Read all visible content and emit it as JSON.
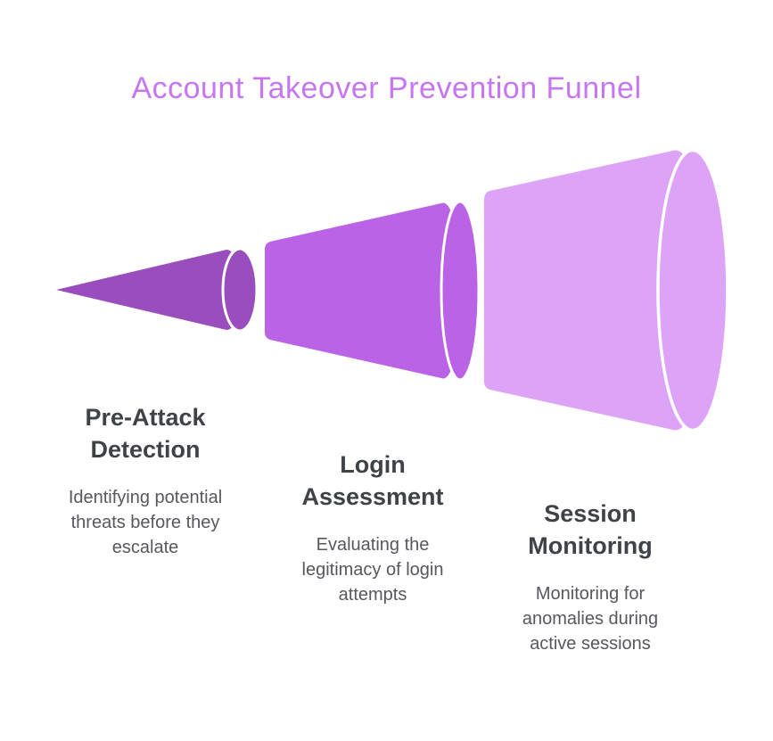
{
  "diagram": {
    "title": "Account Takeover Prevention Funnel",
    "title_color": "#c776f2",
    "background_color": "#ffffff",
    "type": "horizontal-funnel"
  },
  "stages": [
    {
      "title": "Pre-Attack Detection",
      "title_lines": [
        "Pre-Attack",
        "Detection"
      ],
      "description": "Identifying potential threats before they escalate",
      "description_lines": [
        "Identifying potential",
        "threats before they",
        "escalate"
      ],
      "color": "#9a4dbc"
    },
    {
      "title": "Login Assessment",
      "title_lines": [
        "Login",
        "Assessment"
      ],
      "description": "Evaluating the legitimacy of login attempts",
      "description_lines": [
        "Evaluating the",
        "legitimacy of login",
        "attempts"
      ],
      "color": "#bb63e6"
    },
    {
      "title": "Session Monitoring",
      "title_lines": [
        "Session",
        "Monitoring"
      ],
      "description": "Monitoring for anomalies during active sessions",
      "description_lines": [
        "Monitoring for",
        "anomalies during",
        "active sessions"
      ],
      "color": "#dda3f6"
    }
  ],
  "text_colors": {
    "stage_title": "#3f4347",
    "stage_description": "#55585c"
  }
}
